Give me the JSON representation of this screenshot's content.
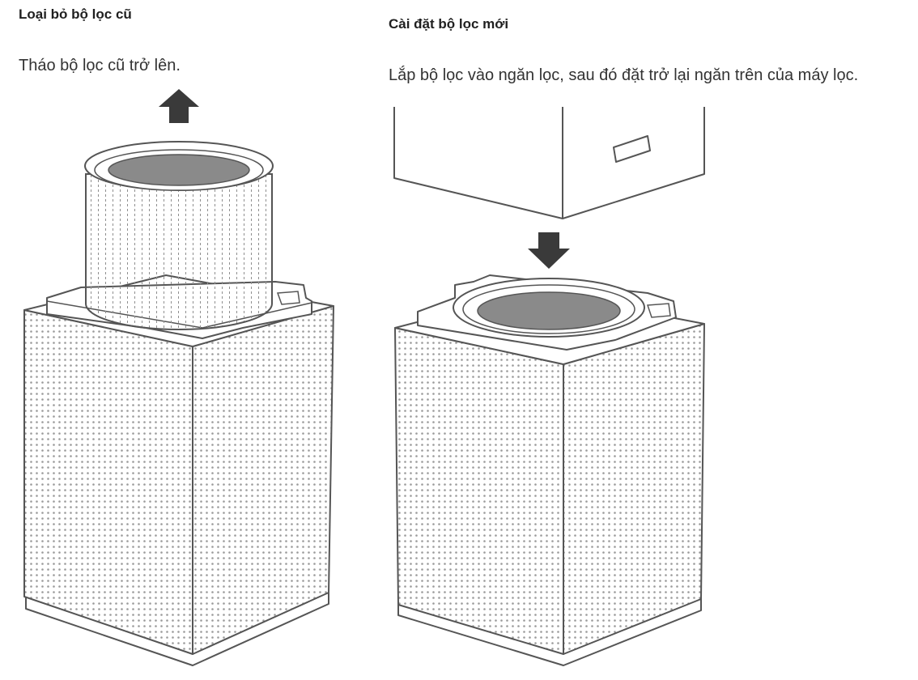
{
  "steps": [
    {
      "heading": "Loại bỏ bộ lọc cũ",
      "description": "Tháo bộ lọc cũ trở lên."
    },
    {
      "heading": "Cài đặt bộ lọc mới",
      "description": "Lắp bộ lọc vào ngăn lọc, sau đó đặt trở lại ngăn trên của máy lọc."
    }
  ],
  "icons": {
    "step1_arrow": "arrow-up-icon",
    "step2_arrow": "arrow-down-icon"
  },
  "colors": {
    "line": "#555555",
    "arrow": "#3a3a3a",
    "filter_media": "#8a8a8a",
    "dots": "#9a9a9a"
  }
}
